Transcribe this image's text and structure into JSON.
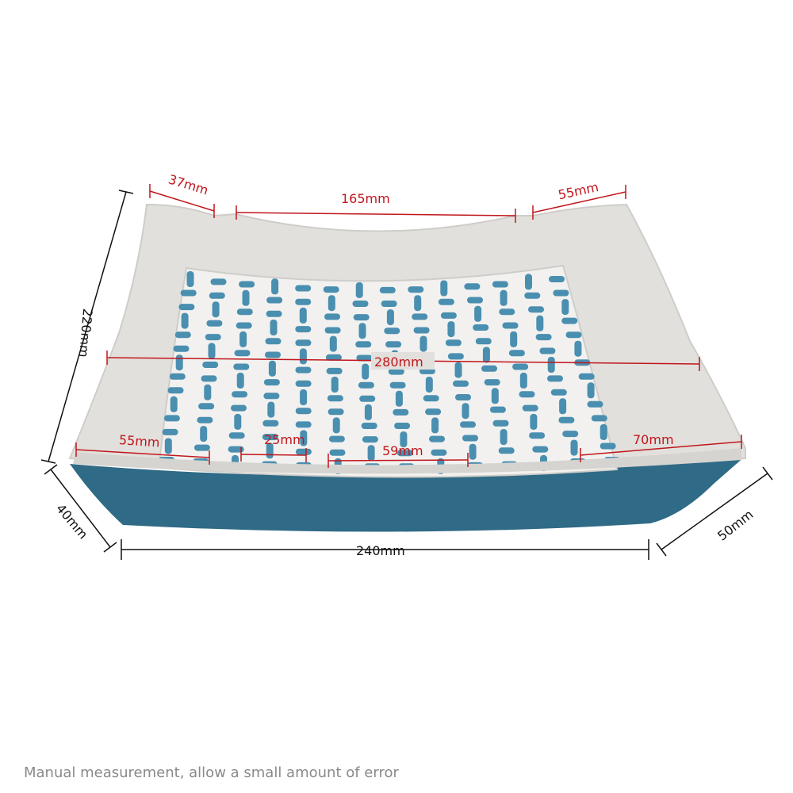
{
  "dimensions": {
    "top_left_edge": "37mm",
    "top_middle": "165mm",
    "top_right_edge": "55mm",
    "height_left": "220mm",
    "inner_width": "280mm",
    "front_a": "55mm",
    "front_b": "25mm",
    "front_c": "59mm",
    "front_d": "70mm",
    "base_width": "240mm",
    "depth_left": "40mm",
    "depth_right": "50mm"
  },
  "footer_note": "Manual measurement, allow a small amount of error",
  "colors": {
    "tray_body": "#e2e0dc",
    "tray_base": "#2f6a86",
    "grid_holes": "#4a8fb0",
    "red_dim": "#c0161c",
    "black_dim": "#111111"
  }
}
